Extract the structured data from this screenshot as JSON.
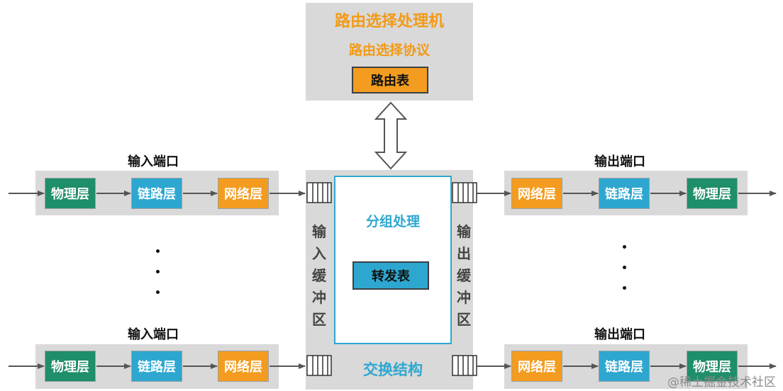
{
  "top": {
    "title": "路由选择处理机",
    "subtitle": "路由选择协议",
    "table_label": "路由表"
  },
  "input_ports": [
    {
      "label": "输入端口",
      "layers": [
        "物理层",
        "链路层",
        "网络层"
      ]
    },
    {
      "label": "输入端口",
      "layers": [
        "物理层",
        "链路层",
        "网络层"
      ]
    }
  ],
  "output_ports": [
    {
      "label": "输出端口",
      "layers": [
        "网络层",
        "链路层",
        "物理层"
      ]
    },
    {
      "label": "输出端口",
      "layers": [
        "网络层",
        "链路层",
        "物理层"
      ]
    }
  ],
  "center": {
    "process_label": "分组处理",
    "forward_table_label": "转发表",
    "fabric_label": "交换结构",
    "input_buffer_chars": [
      "输",
      "入",
      "缓",
      "冲",
      "区"
    ],
    "output_buffer_chars": [
      "输",
      "出",
      "缓",
      "冲",
      "区"
    ]
  },
  "watermark": "@稀土掘金技术社区",
  "colors": {
    "physical": "#1f8e6a",
    "link": "#2ea7d0",
    "network": "#f39c1f",
    "panel": "#d9d9d9",
    "title": "#f29a16"
  }
}
